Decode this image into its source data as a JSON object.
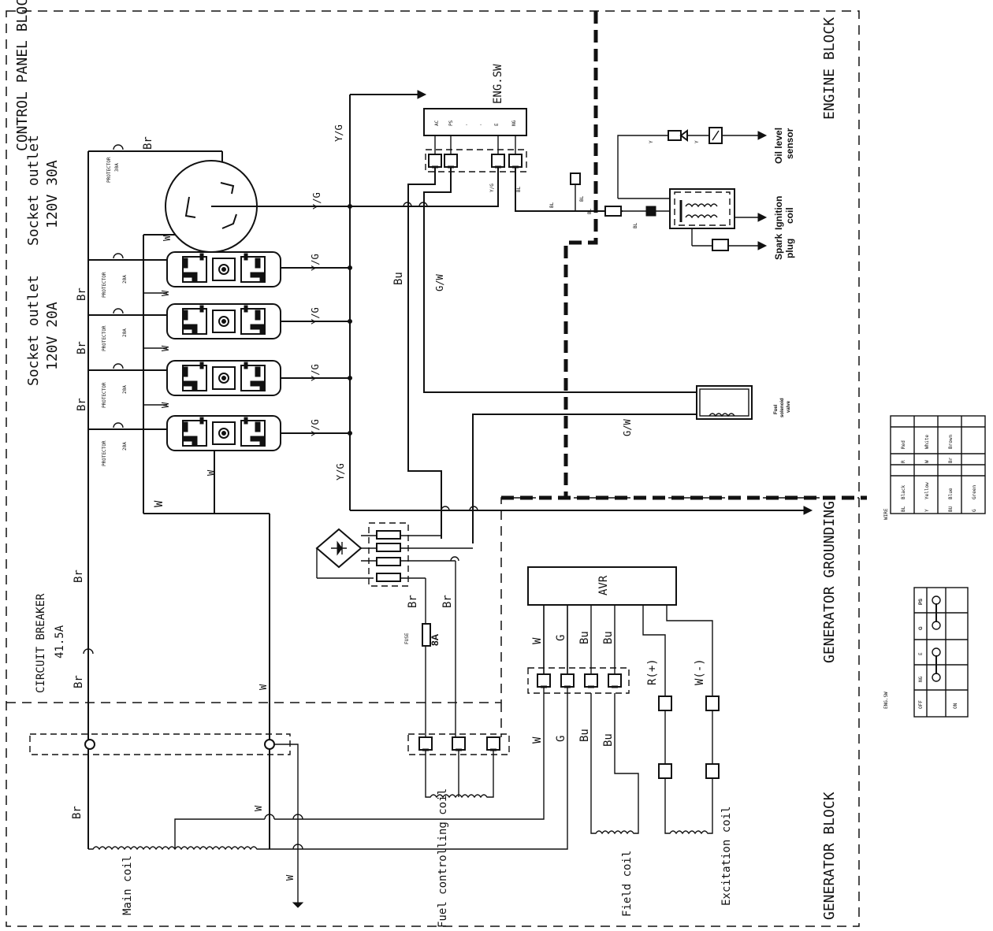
{
  "blocks": {
    "control_panel": "CONTROL PANEL BLOCK",
    "engine": "ENGINE BLOCK",
    "generator": "GENERATOR BLOCK",
    "grounding": "GENERATOR GROUNDING"
  },
  "components": {
    "socket_30a_title": "Socket outlet",
    "socket_30a_rating": "120V 30A",
    "socket_20a_title": "Socket outlet",
    "socket_20a_rating": "120V 20A",
    "breaker_title": "CIRCUIT BREAKER",
    "breaker_rating": "41.5A",
    "eng_sw": "ENG.SW",
    "avr": "AVR",
    "fuse": "FUSE",
    "fuse_rating": "8A",
    "protector": "PROTECTOR",
    "protector_30a": "30A",
    "protector_20a": "20A",
    "oil_sensor": "Oil level sensor",
    "ignition_coil": "Ignition coil",
    "spark_plug": "Spark plug",
    "fuel_valve": "Fuel solenoid valve",
    "main_coil": "Main coil",
    "fuel_coil": "Fuel controlling coil",
    "field_coil": "Field coil",
    "excitation_coil": "Excitation coil",
    "r_plus": "R(+)",
    "w_minus": "W(-)"
  },
  "wires": {
    "br": "Br",
    "w": "W",
    "yg": "Y/G",
    "bu": "Bu",
    "gw": "G/W",
    "g": "G",
    "bl": "BL",
    "y": "Y"
  },
  "eng_sw_pins": [
    "AC",
    "PS",
    "·",
    "·",
    "E",
    "NG"
  ],
  "wire_legend": {
    "title": "WIRE",
    "rows": [
      [
        "BL",
        "Black",
        "R",
        "Red"
      ],
      [
        "Y",
        "Yellow",
        "W",
        "White"
      ],
      [
        "BU",
        "Blue",
        "Br",
        "Brown"
      ],
      [
        "G",
        "Green",
        "",
        ""
      ]
    ]
  },
  "switch_table": {
    "title": "ENG.SW",
    "headers": [
      "NG",
      "E",
      "G",
      "PS"
    ],
    "states": [
      "OFF",
      "ON"
    ]
  }
}
